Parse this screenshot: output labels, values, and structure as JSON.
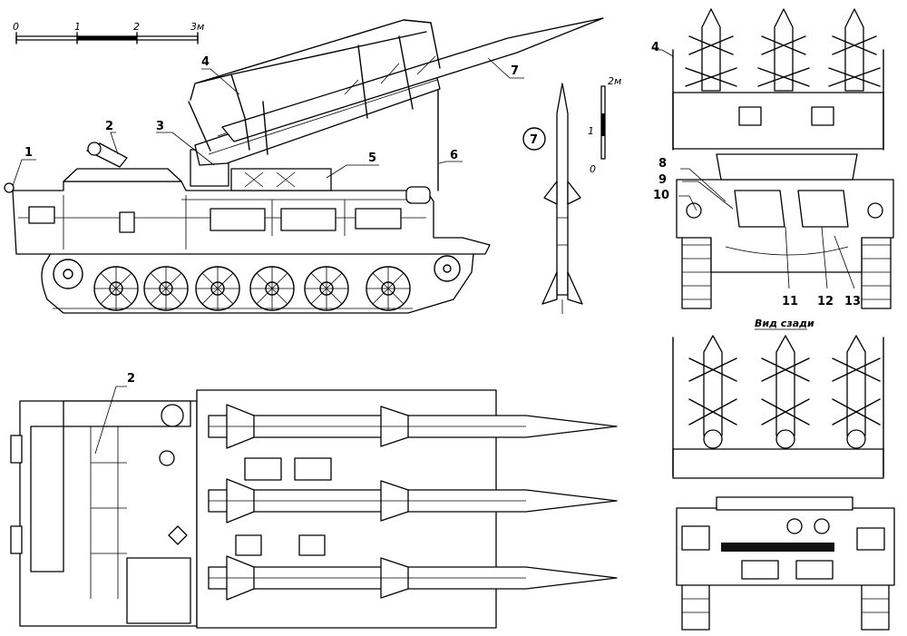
{
  "scale_bar": {
    "ticks": [
      "0",
      "1",
      "2",
      "3м"
    ]
  },
  "missile_scale": {
    "ticks": [
      "2м",
      "1",
      "0"
    ]
  },
  "missile_id": "7",
  "side_view": {
    "callouts": [
      "1",
      "2",
      "3",
      "4",
      "5",
      "6",
      "7"
    ]
  },
  "front_view": {
    "callouts": [
      "4",
      "8",
      "9",
      "10",
      "11",
      "12",
      "13"
    ]
  },
  "top_view": {
    "callouts": [
      "2"
    ]
  },
  "rear_view": {
    "caption": "Вид сзади"
  }
}
